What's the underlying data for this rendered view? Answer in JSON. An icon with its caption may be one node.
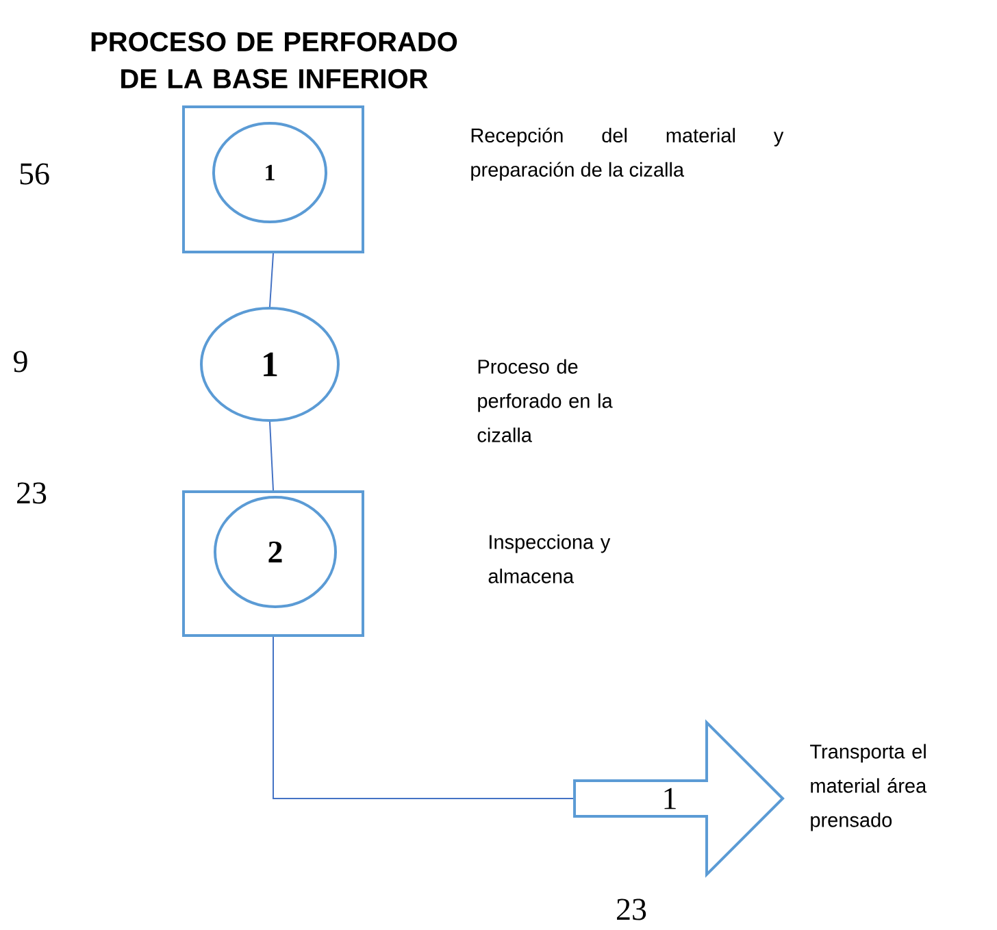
{
  "diagram": {
    "title": "PROCESO DE PERFORADO DE LA BASE INFERIOR",
    "nodes": [
      {
        "text": [],
        "shape": "box"
      },
      {
        "text": [
          "1"
        ],
        "in": 0
      },
      {
        "text": [
          "1"
        ]
      },
      {
        "text": [],
        "shape": "box"
      },
      {
        "text": [
          "2"
        ],
        "in": 3
      },
      {
        "text": [
          "1"
        ],
        "beside": [
          "Transporta el material área prensado"
        ]
      }
    ],
    "edges": [
      {
        "from": 0,
        "to": 2,
        "arrow": "none"
      },
      {
        "from": 2,
        "to": 3,
        "arrow": "none"
      },
      {
        "from": 3,
        "to": 5,
        "arrow": "none"
      }
    ],
    "labels": [
      "Recepción del material y preparación de la cizalla",
      "56",
      "9",
      "Proceso de perforado en la cizalla",
      "23",
      "Inspecciona y almacena",
      "23"
    ]
  }
}
